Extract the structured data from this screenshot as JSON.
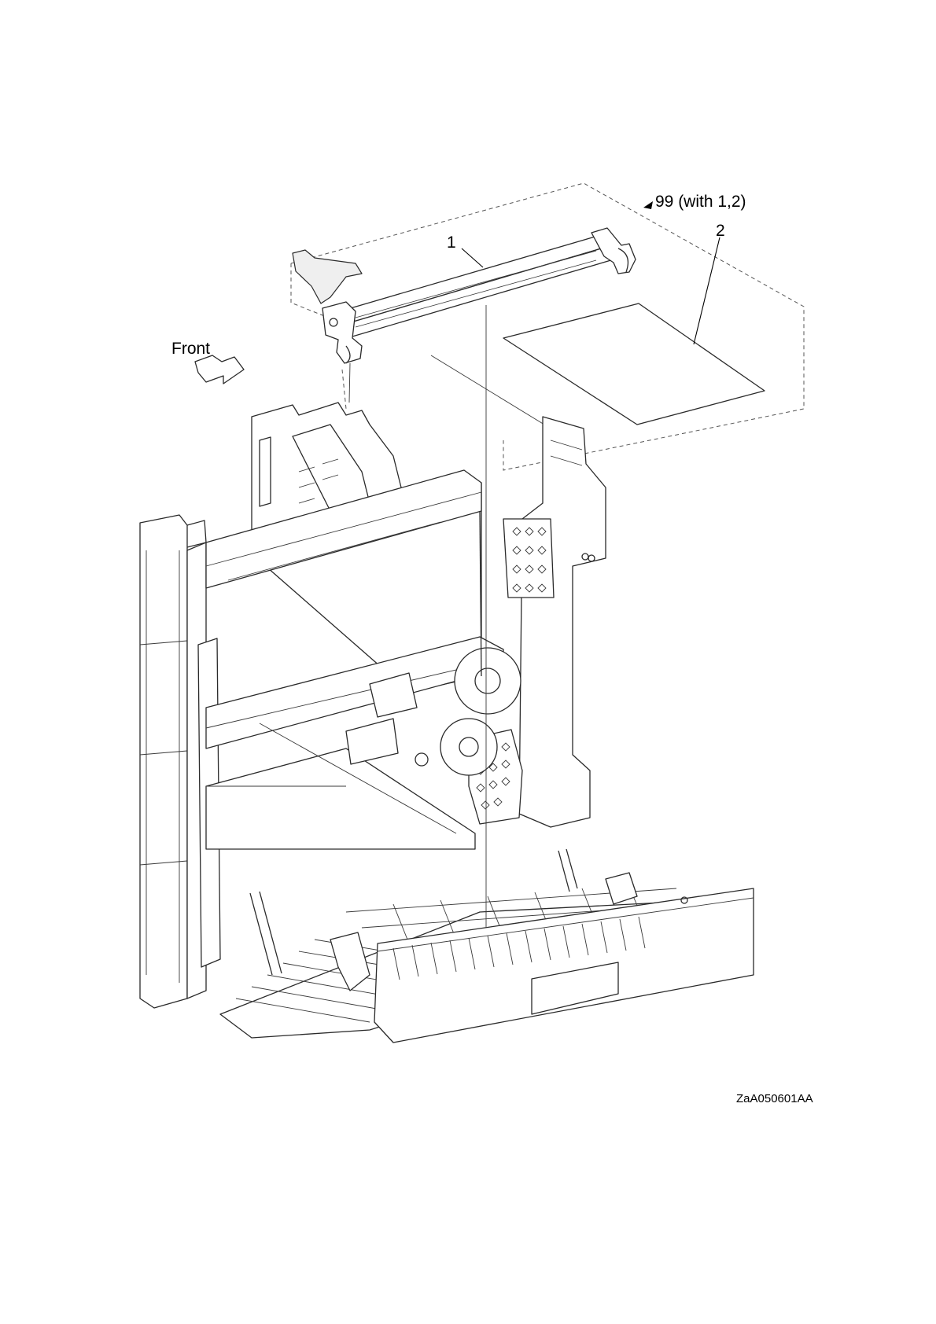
{
  "diagram": {
    "callouts": {
      "assembly": "99 (with 1,2)",
      "part1": "1",
      "part2": "2",
      "front": "Front"
    },
    "figure_id": "ZaA050601AA"
  }
}
